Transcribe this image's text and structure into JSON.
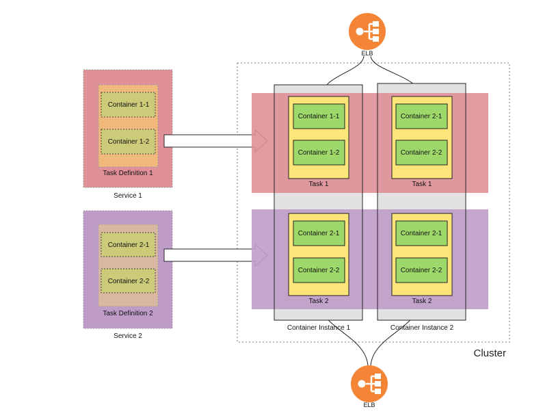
{
  "colors": {
    "service1": "#e09098",
    "service2": "#bf9cc8",
    "taskdef1": "#f0b87a",
    "taskdef2": "#d9b8a0",
    "container_def": "#cbcb7a",
    "task": "#fde57a",
    "container": "#9fd86a",
    "instance": "#e2e2e2",
    "elb": "#f58536"
  },
  "elb_top": {
    "label": "ELB",
    "icon": "load-balancer-icon"
  },
  "elb_bottom": {
    "label": "ELB",
    "icon": "load-balancer-icon"
  },
  "cluster": {
    "label": "Cluster"
  },
  "services": [
    {
      "label": "Service 1",
      "task_definition": "Task Definition 1",
      "containers": [
        "Container 1-1",
        "Container 1-2"
      ]
    },
    {
      "label": "Service 2",
      "task_definition": "Task Definition 2",
      "containers": [
        "Container 2-1",
        "Container 2-2"
      ]
    }
  ],
  "instances": [
    {
      "label": "Container Instance 1"
    },
    {
      "label": "Container Instance 2"
    }
  ],
  "tasks": [
    {
      "label": "Task 1",
      "containers": [
        "Container 1-1",
        "Container 1-2"
      ]
    },
    {
      "label": "Task 1",
      "containers": [
        "Container 2-1",
        "Container 2-2"
      ]
    },
    {
      "label": "Task 2",
      "containers": [
        "Container 2-1",
        "Container 2-2"
      ]
    },
    {
      "label": "Task 2",
      "containers": [
        "Container 2-1",
        "Container 2-2"
      ]
    }
  ]
}
